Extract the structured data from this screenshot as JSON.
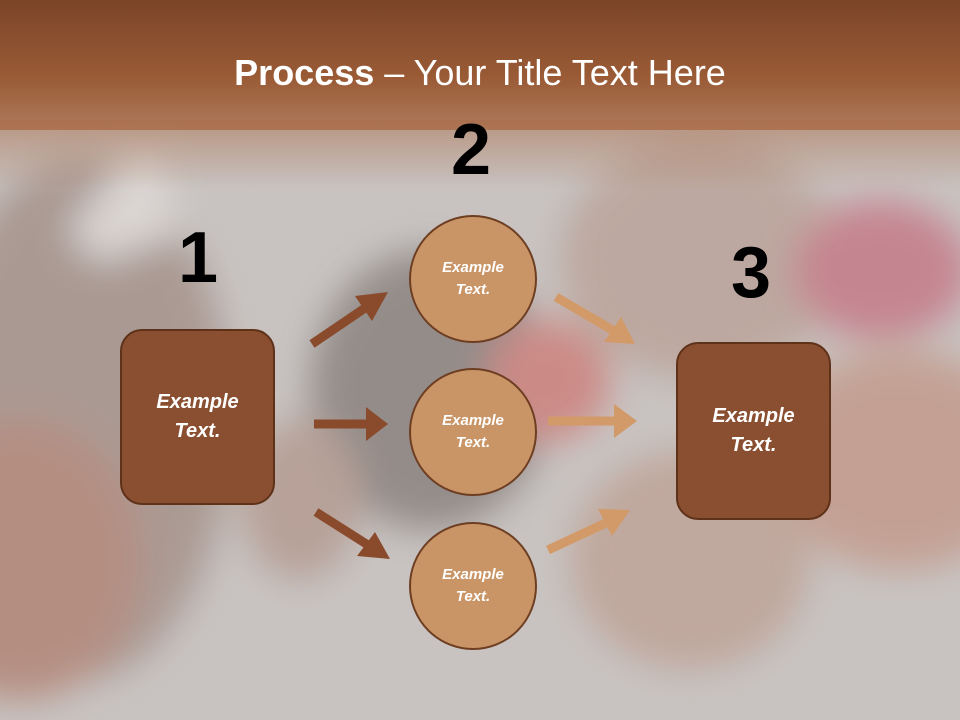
{
  "title": {
    "bold": "Process",
    "rest": " – Your Title Text Here"
  },
  "steps": [
    {
      "number": "1",
      "label": "Example Text."
    },
    {
      "number": "2",
      "label": "Example Text."
    },
    {
      "number": "3",
      "label": "Example Text."
    }
  ],
  "middle_items": [
    {
      "label": "Example Text."
    },
    {
      "label": "Example Text."
    },
    {
      "label": "Example Text."
    }
  ],
  "colors": {
    "header": "#8a4b2c",
    "box_fill": "#8a4f31",
    "circle_fill": "#c99567",
    "arrow_dark": "#8a4b2c",
    "arrow_light": "#d29a68"
  }
}
